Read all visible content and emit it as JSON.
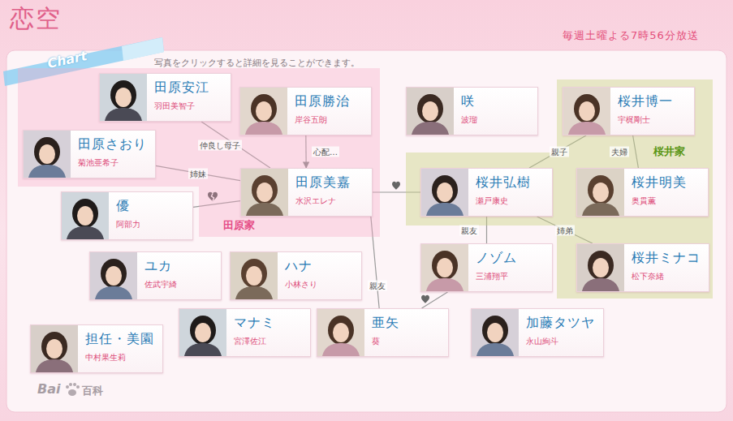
{
  "diagram": {
    "title": "恋空",
    "nodes": [
      {
        "text": [
          "田原家"
        ]
      },
      {
        "text": [
          "田原安江",
          "羽田美智子"
        ],
        "in": 0
      },
      {
        "text": [
          "田原勝治",
          "岸谷五朗"
        ],
        "in": 0
      },
      {
        "text": [
          "田原さおり",
          "菊池亜希子"
        ],
        "in": 0
      },
      {
        "text": [
          "田原美嘉",
          "水沢エレナ"
        ],
        "in": 0
      },
      {
        "text": [
          "咲",
          "波瑠"
        ]
      },
      {
        "text": [
          "桜井家"
        ]
      },
      {
        "text": [
          "桜井博一",
          "宇梶剛士"
        ],
        "in": 6
      },
      {
        "text": [
          "桜井弘樹",
          "瀬戸康史"
        ],
        "in": 6
      },
      {
        "text": [
          "桜井明美",
          "奥貫薫"
        ],
        "in": 6
      },
      {
        "text": [
          "桜井ミナコ",
          "松下奈緒"
        ],
        "in": 6
      },
      {
        "text": [
          "優",
          "阿部力"
        ]
      },
      {
        "text": [
          "ノゾム",
          "三浦翔平"
        ]
      },
      {
        "text": [
          "ユカ",
          "佐武宇綺"
        ]
      },
      {
        "text": [
          "ハナ",
          "小林さり"
        ]
      },
      {
        "text": [
          "担任・美園",
          "中村果生莉"
        ]
      },
      {
        "text": [
          "マナミ",
          "宮澤佐江"
        ]
      },
      {
        "text": [
          "亜矢",
          "葵"
        ]
      },
      {
        "text": [
          "加藤タツヤ",
          "永山絢斗"
        ]
      }
    ],
    "edges": [
      {
        "from": 1,
        "to": 4,
        "label": "仲良し母子",
        "arrow": "none"
      },
      {
        "from": 2,
        "to": 4,
        "label": "心配…",
        "arrow": "to"
      },
      {
        "from": 3,
        "to": 4,
        "label": "姉妹",
        "arrow": "none"
      },
      {
        "from": 11,
        "to": 4,
        "arrow": "none"
      },
      {
        "from": 4,
        "to": 8,
        "arrow": "none"
      },
      {
        "from": 8,
        "to": 7,
        "label": "親子",
        "arrow": "none"
      },
      {
        "from": 7,
        "to": 9,
        "label": "夫婦",
        "arrow": "none"
      },
      {
        "from": 8,
        "to": 10,
        "label": "姉弟",
        "arrow": "none"
      },
      {
        "from": 8,
        "to": 12,
        "label": "親友",
        "arrow": "none"
      },
      {
        "from": 4,
        "to": 17,
        "label": "親友",
        "arrow": "none"
      },
      {
        "from": 17,
        "to": 12,
        "arrow": "none"
      }
    ],
    "labels": [
      "毎週土曜よる7時56分放送",
      "Chart",
      "写真をクリックすると詳細を見ることができます。",
      "Bai",
      "百科"
    ]
  }
}
